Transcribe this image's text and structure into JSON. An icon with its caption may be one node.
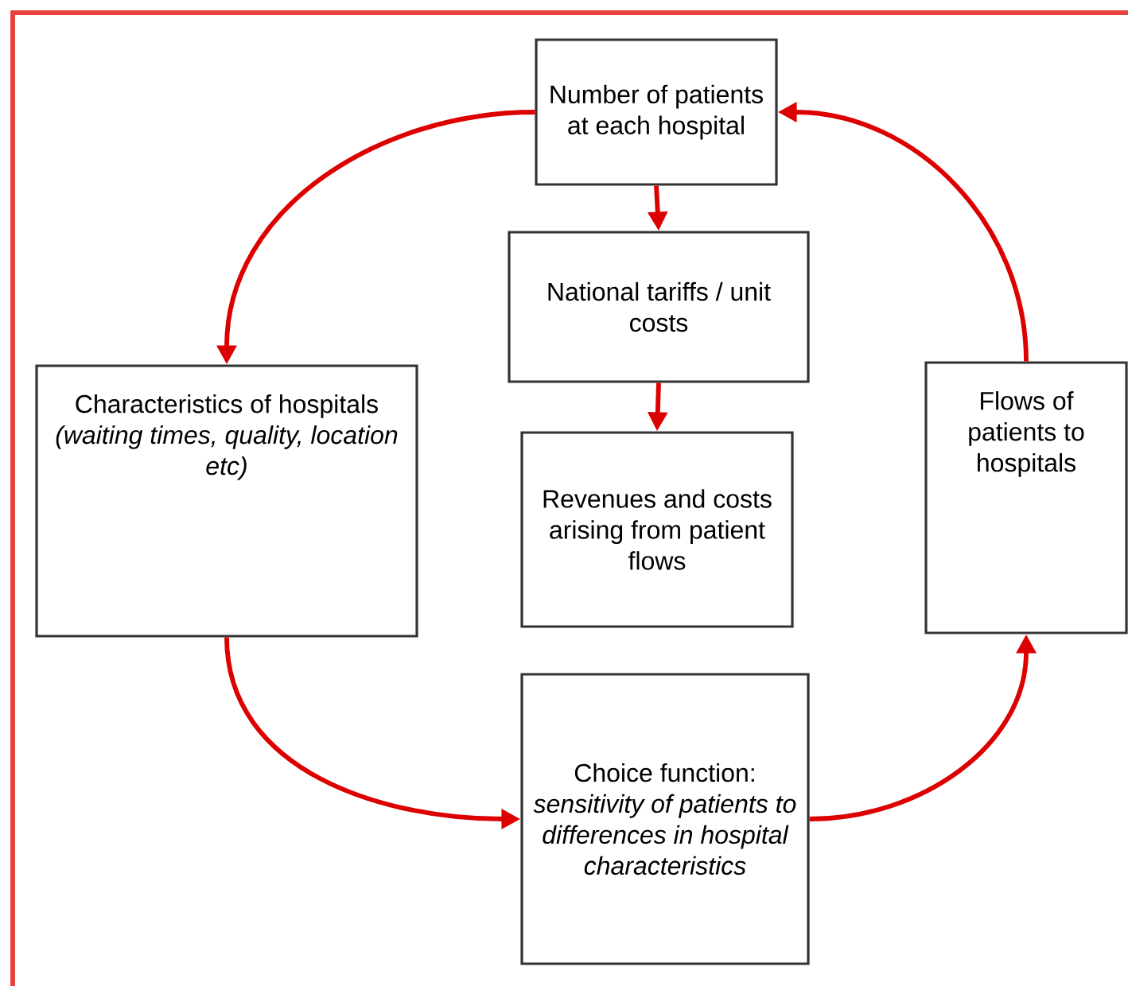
{
  "diagram": {
    "nodes": [
      {
        "text": [
          "Number of patients at each hospital"
        ]
      },
      {
        "text": [
          "National tariffs / unit costs"
        ]
      },
      {
        "text": [
          "Characteristics of hospitals *(waiting times, quality, location etc)*"
        ]
      },
      {
        "text": [
          "Revenues and costs arising from patient flows"
        ]
      },
      {
        "text": [
          "Flows of patients to hospitals"
        ]
      },
      {
        "text": [
          "Choice function: *sensitivity of patients to differences in hospital characteristics*"
        ]
      }
    ],
    "edges": [
      {
        "from": 0,
        "to": 2,
        "arrow": "to"
      },
      {
        "from": 0,
        "to": 1,
        "arrow": "to"
      },
      {
        "from": 1,
        "to": 3,
        "arrow": "to"
      },
      {
        "from": 2,
        "to": 5,
        "arrow": "to"
      },
      {
        "from": 5,
        "to": 4,
        "arrow": "to"
      },
      {
        "from": 4,
        "to": 0,
        "arrow": "to"
      }
    ]
  }
}
